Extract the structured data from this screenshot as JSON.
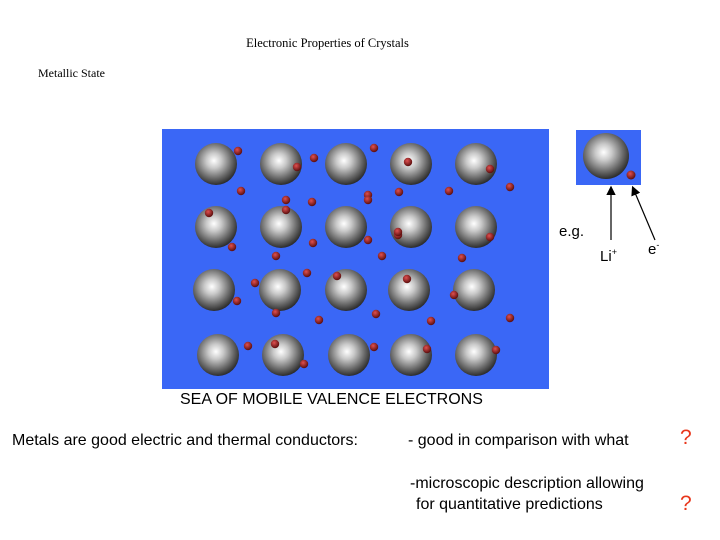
{
  "slide": {
    "title": "Electronic Properties of Crystals",
    "subtitle": "Metallic State"
  },
  "figure": {
    "background_color": "#3a67f6",
    "ion_rows": 4,
    "ion_cols": 5,
    "electron_color": "#a51d1d",
    "caption": "SEA OF MOBILE VALENCE ELECTRONS"
  },
  "example": {
    "eg_label": "e.g.",
    "ion_label": "Li",
    "ion_charge": "+",
    "electron_label": "e",
    "electron_charge": "-"
  },
  "text": {
    "line1": "Metals are good electric and thermal conductors:",
    "line2": "- good in comparison with what",
    "line3": "-microscopic description allowing",
    "line4": "for  quantitative predictions",
    "question_mark_1": "?",
    "question_mark_2": "?",
    "question_color": "#e8361b"
  }
}
